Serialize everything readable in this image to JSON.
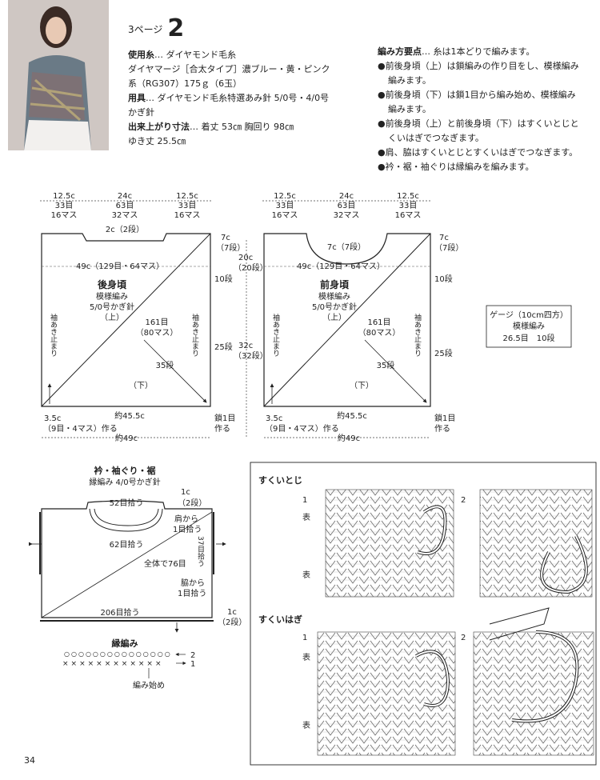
{
  "header": {
    "page_ref": "3ページ",
    "number": "2"
  },
  "specs": {
    "yarn_label": "使用糸",
    "yarn_text": "… ダイヤモンド毛糸",
    "yarn_line2": "ダイヤマージ［合太タイプ］濃ブルー・黄・ピンク",
    "yarn_line3": "系（RG307）175ｇ（6玉）",
    "tools_label": "用具",
    "tools_text": "… ダイヤモンド毛糸特選あみ針 5/0号・4/0号",
    "tools_line2": "かぎ針",
    "size_label": "出来上がり寸法",
    "size_text": "… 着丈 53㎝ 胸回り 98㎝",
    "size_line2": "ゆき丈 25.5㎝"
  },
  "points": {
    "label": "編み方要点",
    "intro": "… 糸は1本どりで編みます。",
    "items": [
      {
        "l1": "●前後身頃（上）は鎖編みの作り目をし、模様編み",
        "l2": "編みます。"
      },
      {
        "l1": "●前後身頃（下）は鎖1目から編み始め、模様編み",
        "l2": "編みます。"
      },
      {
        "l1": "●前後身頃（上）と前後身頃（下）はすくいとじと",
        "l2": "くいはぎでつなぎます。"
      },
      {
        "l1": "●肩、脇はすくいとじとすくいはぎでつなぎます。",
        "l2": ""
      },
      {
        "l1": "●衿・裾・袖ぐりは縁編みを編みます。",
        "l2": ""
      }
    ]
  },
  "back": {
    "title": "後身頃",
    "pattern": "模様編み",
    "hook": "5/0号かぎ針",
    "upper": "（上）",
    "lower": "（下）",
    "top_side": {
      "c": "12.5c",
      "m": "33目",
      "r": "16マス"
    },
    "top_mid": {
      "c": "24c",
      "m": "63目",
      "r": "32マス"
    },
    "neck": "2c（2段）",
    "width": "49c（129目・64マス）",
    "shoulder": "7c",
    "shoulder_rows": "（7段）",
    "rows10": "10段",
    "diag": "161目",
    "diag_sq": "（80マス）",
    "rows35": "35段",
    "rows25": "25段",
    "armhole": "袖あき止まり",
    "bottom": "約45.5c",
    "start_left": "3.5c",
    "start_left2": "（9目・4マス）作る",
    "start_right": "鎖1目",
    "start_right2": "作る",
    "total": "約49c"
  },
  "front": {
    "title": "前身頃",
    "neck": "7c（7段）"
  },
  "between": {
    "h20": "20c",
    "h20r": "（20段）",
    "h32": "32c",
    "h32r": "（32段）"
  },
  "gauge": {
    "title": "ゲージ（10cm四方）",
    "pattern": "模様編み",
    "value": "26.5目　10段"
  },
  "edging_diagram": {
    "title": "衿・袖ぐり・裾",
    "sub": "縁編み 4/0号かぎ針",
    "neck_top": "52目拾う",
    "neck_bottom": "62目拾う",
    "top_c": "1c",
    "top_r": "（2段）",
    "shoulder": "肩から",
    "shoulder2": "1目拾う",
    "arm": "37目拾う",
    "all": "全体で76目",
    "side": "脇から",
    "side2": "1目拾う",
    "hem": "206目拾う",
    "hem_c": "1c",
    "hem_r": "（2段）"
  },
  "edge_stitch": {
    "title": "縁編み",
    "row2": "2",
    "row1": "1",
    "start": "編み始め"
  },
  "techniques": {
    "t1": "すくいとじ",
    "t2": "すくいはぎ",
    "n1": "1",
    "n2": "2",
    "front_label": "表"
  },
  "page_number": "34"
}
